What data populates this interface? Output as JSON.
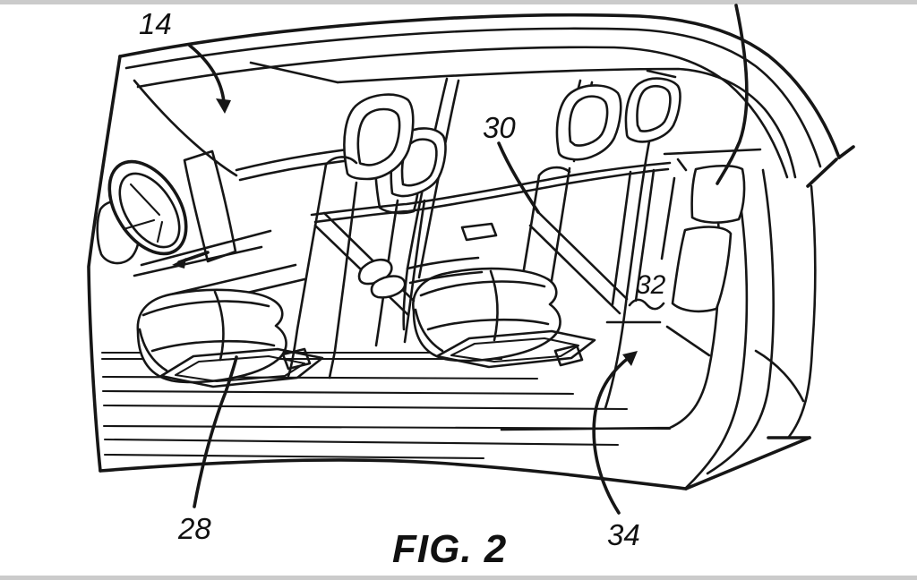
{
  "figure": {
    "label": "FIG. 2"
  },
  "reference_numerals": {
    "n14": "14",
    "n30": "30",
    "n32": "32",
    "n28": "28",
    "n34": "34"
  },
  "colors": {
    "line": "#161616",
    "background": "#ffffff",
    "page_edge": "#cbcbcb"
  }
}
